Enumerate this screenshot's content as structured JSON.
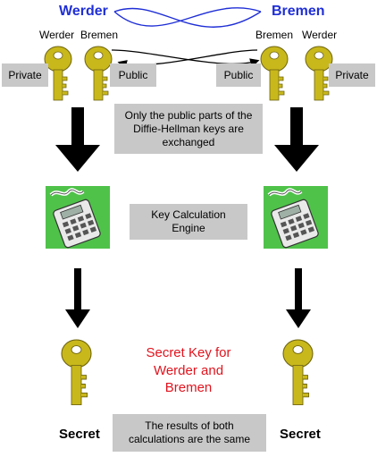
{
  "parties": {
    "left": "Werder",
    "right": "Bremen"
  },
  "key_labels": {
    "left_private": "Werder",
    "left_public": "Bremen",
    "right_public": "Bremen",
    "right_private": "Werder"
  },
  "boxes": {
    "left_private": "Private",
    "left_public": "Public",
    "right_public": "Public",
    "right_private": "Private"
  },
  "notes": {
    "exchange_line1": "Only the public parts of the",
    "exchange_line2": "Diffie-Hellman keys are",
    "exchange_line3": "exchanged",
    "engine_line1": "Key Calculation",
    "engine_line2": "Engine",
    "results_line1": "The results of both",
    "results_line2": "calculations are the same"
  },
  "secret_caption": {
    "line1": "Secret Key for",
    "line2": "Werder and",
    "line3": "Bremen"
  },
  "secret_labels": {
    "left": "Secret",
    "right": "Secret"
  },
  "colors": {
    "party_text": "#1f2fd6",
    "key_gold": "#c9b81b",
    "box_gray": "#c8c8c8",
    "caption_red": "#e0141e",
    "tile_green": "#4fc24a"
  }
}
